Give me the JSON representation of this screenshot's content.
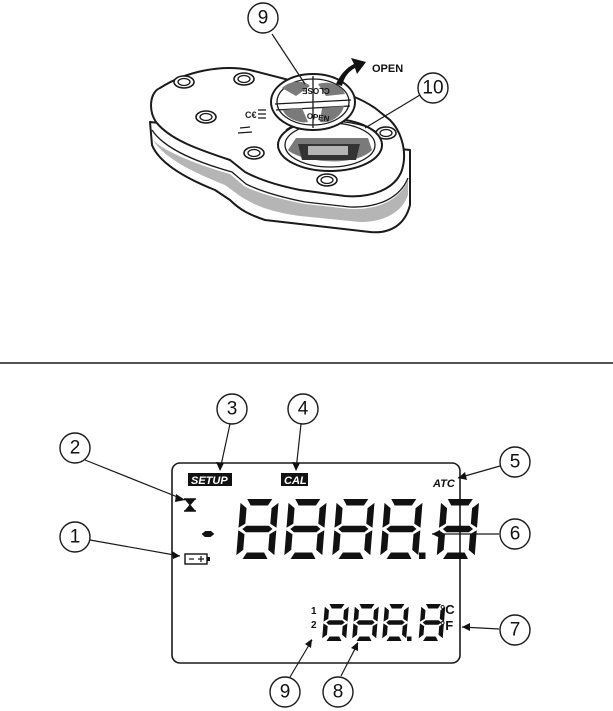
{
  "top_view": {
    "open_label": "OPEN",
    "cap_text_top": "CLOSE",
    "cap_text_bottom": "OPEN",
    "callouts": [
      {
        "num": "9"
      },
      {
        "num": "10"
      }
    ]
  },
  "lcd": {
    "setup_tag": "SETUP",
    "cal_tag": "CAL",
    "atc_label": "ATC",
    "minus_sign": "-",
    "main_digits": "888.8",
    "main_lead": "8",
    "sub_digits": "888.8",
    "index_top": "1",
    "index_bottom": "2",
    "unit_c": "°C",
    "unit_f": "°F",
    "callouts": [
      {
        "num": "1"
      },
      {
        "num": "2"
      },
      {
        "num": "3"
      },
      {
        "num": "4"
      },
      {
        "num": "5"
      },
      {
        "num": "6"
      },
      {
        "num": "7"
      },
      {
        "num": "8"
      },
      {
        "num": "9"
      }
    ]
  },
  "colors": {
    "line": "#1a1a1a",
    "background": "#ffffff"
  }
}
